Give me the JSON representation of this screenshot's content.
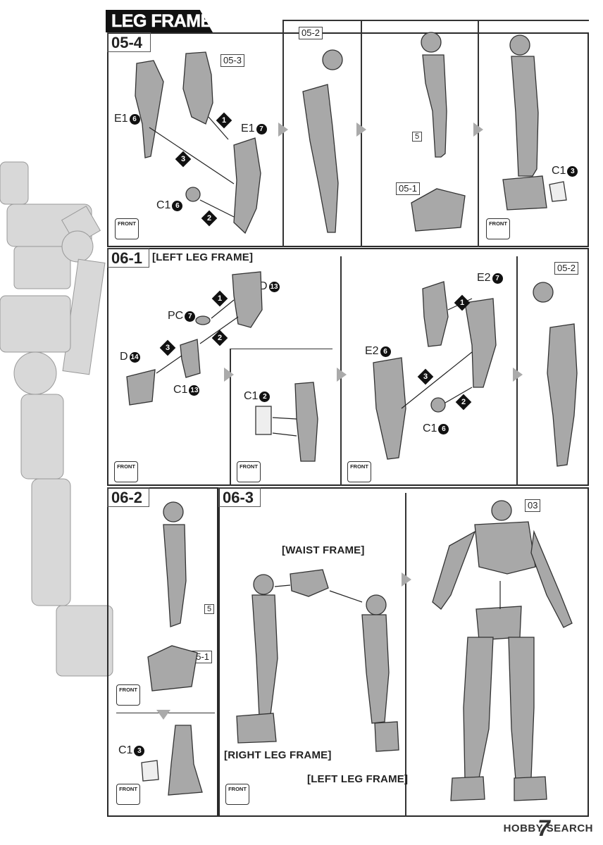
{
  "title": "LEG FRAME",
  "steps": {
    "s054": "05-4",
    "s061": "06-1",
    "s062": "06-2",
    "s063": "06-3"
  },
  "sections": {
    "left_leg_frame_061": "[LEFT LEG FRAME]",
    "waist_frame": "[WAIST FRAME]",
    "right_leg_frame": "[RIGHT LEG FRAME]",
    "left_leg_frame": "[LEFT LEG FRAME]"
  },
  "refs": {
    "r053": "05-3",
    "r052a": "05-2",
    "r051a": "05-1",
    "r052b": "05-2",
    "r051b": "05-1",
    "r03": "03"
  },
  "parts": {
    "e1_6": "E1",
    "e1_7": "E1",
    "c1_6a": "C1",
    "c1_3a": "C1",
    "d13": "D",
    "pc7": "PC",
    "d14": "D",
    "c1_13": "C1",
    "c1_2": "C1",
    "e2_7": "E2",
    "e2_6": "E2",
    "c1_6b": "C1",
    "c1_3b": "C1"
  },
  "part_numbers": {
    "e1_6": "6",
    "e1_7": "7",
    "c1_6a": "6",
    "c1_3a": "3",
    "d13": "13",
    "pc7": "7",
    "d14": "14",
    "c1_13": "13",
    "c1_2": "2",
    "e2_7": "7",
    "e2_6": "6",
    "c1_6b": "6",
    "c1_3b": "3"
  },
  "seal_num": {
    "a": "5",
    "b": "5"
  },
  "front_label": "FRONT",
  "order_nums": [
    "1",
    "2",
    "3"
  ],
  "footer": {
    "brand": "HOBBY SEARCH",
    "page": "7"
  }
}
